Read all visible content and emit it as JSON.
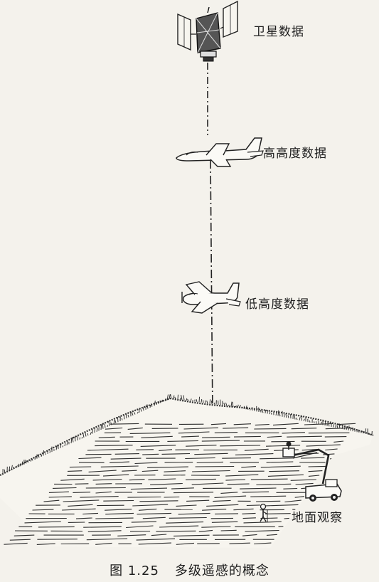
{
  "labels": {
    "satellite": "卫星数据",
    "high_altitude": "高高度数据",
    "low_altitude": "低高度数据",
    "ground": "地面观察"
  },
  "caption": {
    "number": "图 1.25",
    "text": "多级遥感的概念"
  },
  "colors": {
    "background": "#f4f2ec",
    "ink": "#1e1e1e"
  }
}
